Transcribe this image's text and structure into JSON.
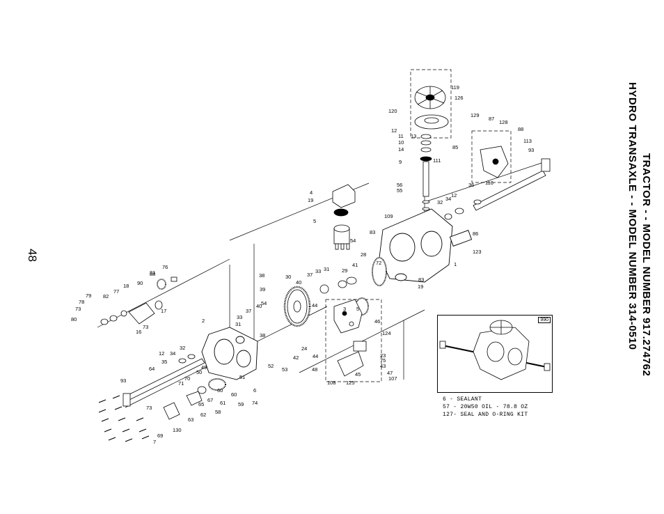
{
  "title": {
    "line1": "TRACTOR - - MODEL NUMBER  917.274762",
    "line2": "HYDRO TRANSAXLE - - MODEL NUMBER 314-0510"
  },
  "page_number": "48",
  "inset": {
    "tag": "990"
  },
  "legend": [
    {
      "text": "6 -  SEALANT"
    },
    {
      "text": "57 - 20W50 OIL - 78.8 OZ"
    },
    {
      "text": "127- SEAL AND O-RING KIT"
    }
  ],
  "part_labels": [
    "119",
    "126",
    "120",
    "129",
    "87",
    "128",
    "88",
    "12",
    "113",
    "11",
    "13",
    "10",
    "14",
    "85",
    "93",
    "9",
    "111",
    "116",
    "36",
    "56",
    "55",
    "12",
    "34",
    "32",
    "4",
    "19",
    "109",
    "5",
    "83",
    "86",
    "54",
    "123",
    "28",
    "1",
    "72",
    "41",
    "29",
    "83",
    "19",
    "76",
    "88",
    "81",
    "90",
    "38",
    "30",
    "33",
    "37",
    "31",
    "40",
    "39",
    "79",
    "82",
    "77",
    "18",
    "78",
    "73",
    "17",
    "44",
    "3",
    "5",
    "80",
    "16",
    "73",
    "33",
    "37",
    "40",
    "54",
    "31",
    "2",
    "38",
    "46",
    "124",
    "24",
    "44",
    "32",
    "12",
    "34",
    "42",
    "48",
    "35",
    "64",
    "49",
    "52",
    "53",
    "23",
    "75",
    "43",
    "50",
    "45",
    "47",
    "107",
    "51",
    "108",
    "125",
    "6",
    "93",
    "70",
    "71",
    "60",
    "60",
    "67",
    "61",
    "59",
    "74",
    "65",
    "58",
    "73",
    "62",
    "63",
    "130",
    "69",
    "7"
  ],
  "colors": {
    "line": "#000000",
    "background": "#ffffff"
  }
}
